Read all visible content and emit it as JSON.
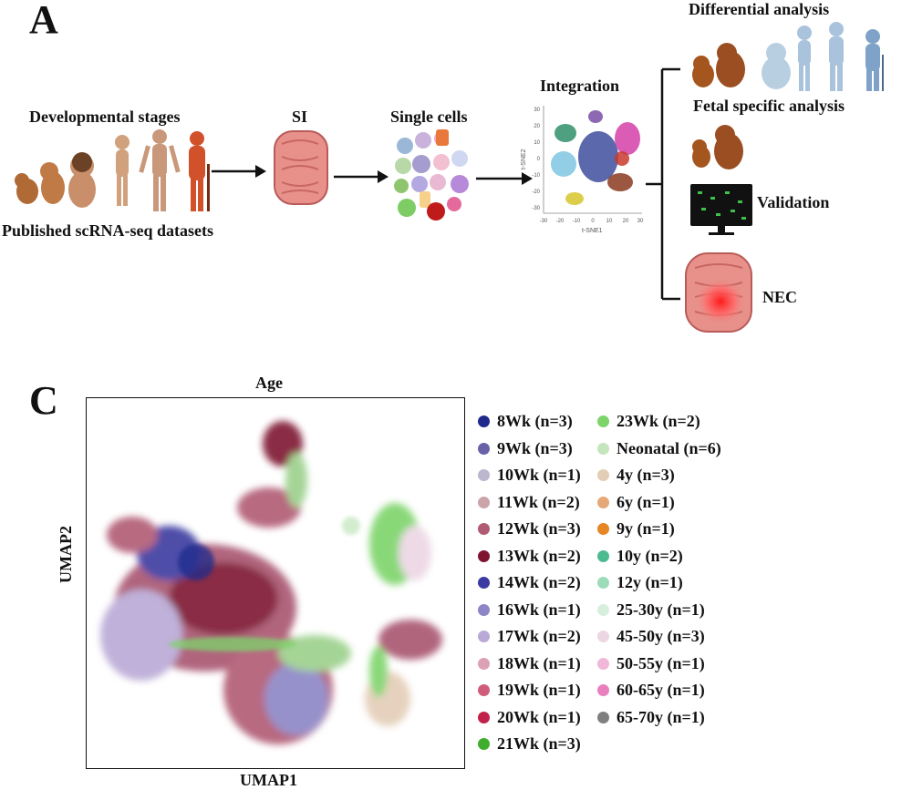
{
  "panel_a": {
    "letter": "A",
    "dev_stages_label": "Developmental stages",
    "published_label": "Published scRNA-seq datasets",
    "si_label": "SI",
    "single_cells_label": "Single cells",
    "integration_label": "Integration",
    "tsne": {
      "ylabel": "t-SNE2",
      "xlabel": "t-SNE1",
      "xticks": [
        "-30",
        "-20",
        "-10",
        "0",
        "10",
        "20",
        "30"
      ],
      "yticks": [
        "30",
        "20",
        "10",
        "0",
        "-10",
        "-20",
        "-30"
      ]
    },
    "differential_label": "Differential analysis",
    "fetal_label": "Fetal specific analysis",
    "validation_label": "Validation",
    "nec_label": "NEC"
  },
  "panel_c": {
    "letter": "C",
    "title": "Age",
    "xlabel": "UMAP1",
    "ylabel": "UMAP2",
    "legend": [
      {
        "label": "8Wk (n=3)",
        "color": "#1f2a8c"
      },
      {
        "label": "9Wk (n=3)",
        "color": "#6a62a8"
      },
      {
        "label": "10Wk (n=1)",
        "color": "#bdb6cf"
      },
      {
        "label": "11Wk (n=2)",
        "color": "#caa4a9"
      },
      {
        "label": "12Wk (n=3)",
        "color": "#b05a73"
      },
      {
        "label": "13Wk (n=2)",
        "color": "#7e1632"
      },
      {
        "label": "14Wk (n=2)",
        "color": "#3a3aa0"
      },
      {
        "label": "16Wk (n=1)",
        "color": "#8c86c6"
      },
      {
        "label": "17Wk (n=2)",
        "color": "#b9a9d6"
      },
      {
        "label": "18Wk (n=1)",
        "color": "#dca1b4"
      },
      {
        "label": "19Wk (n=1)",
        "color": "#d05c7a"
      },
      {
        "label": "20Wk (n=1)",
        "color": "#c2224a"
      },
      {
        "label": "21Wk (n=3)",
        "color": "#3fae2c"
      },
      {
        "label": "23Wk (n=2)",
        "color": "#7dd46a"
      },
      {
        "label": "Neonatal (n=6)",
        "color": "#c4e6bd"
      },
      {
        "label": "4y (n=3)",
        "color": "#e3cdb7"
      },
      {
        "label": "6y (n=1)",
        "color": "#e7a878"
      },
      {
        "label": "9y (n=1)",
        "color": "#e48724"
      },
      {
        "label": "10y (n=2)",
        "color": "#4dbb90"
      },
      {
        "label": "12y (n=1)",
        "color": "#9ddcb9"
      },
      {
        "label": "25-30y (n=1)",
        "color": "#d8eedd"
      },
      {
        "label": "45-50y (n=3)",
        "color": "#ecd6e4"
      },
      {
        "label": "50-55y (n=1)",
        "color": "#f0b7d8"
      },
      {
        "label": "60-65y (n=1)",
        "color": "#e97fbf"
      },
      {
        "label": "65-70y (n=1)",
        "color": "#7f7f7f"
      }
    ]
  }
}
